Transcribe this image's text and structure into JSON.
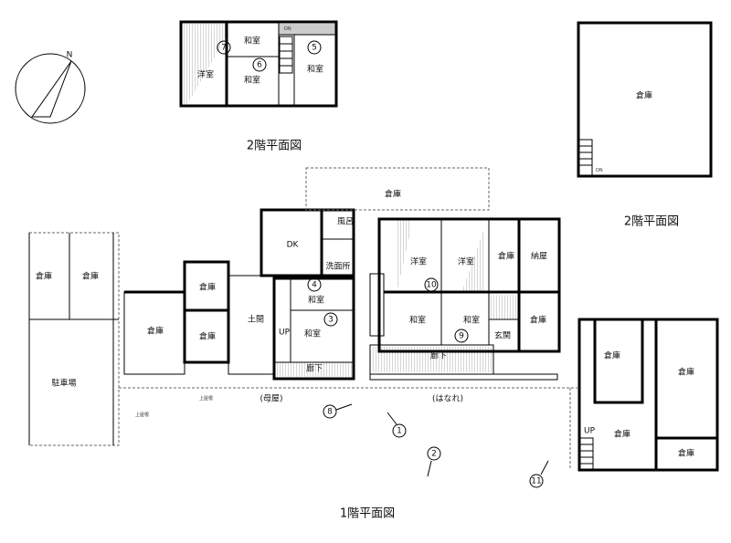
{
  "compass": {
    "north": "N"
  },
  "upper_floor_house": {
    "title": "2階平面図",
    "rooms": {
      "western": "洋室",
      "japanese_top": "和室",
      "japanese_6": "和室",
      "japanese_5": "和室",
      "down": "DN"
    },
    "markers": [
      "7",
      "6",
      "5"
    ]
  },
  "upper_floor_warehouse": {
    "title": "2階平面図",
    "room": "倉庫",
    "down": "DN"
  },
  "ground_floor": {
    "title": "1階平面図",
    "main_house": "(母屋)",
    "annex": "(はなれ)",
    "roof_label_1": "上屋根",
    "roof_label_2": "上屋根",
    "parking": {
      "storage_1": "倉庫",
      "storage_2": "倉庫",
      "parking": "駐車場"
    },
    "left": {
      "storage_large": "倉庫",
      "storage_top": "倉庫",
      "storage_bottom": "倉庫",
      "earth_floor": "土間"
    },
    "house": {
      "dk": "DK",
      "bath": "風呂",
      "washroom": "洗面所",
      "japanese_4": "和室",
      "japanese_3": "和室",
      "corridor": "廊下",
      "up": "UP"
    },
    "annex_rooms": {
      "storage_top": "倉庫",
      "western_left": "洋室",
      "western_right": "洋室",
      "storage_mid": "倉庫",
      "barn": "納屋",
      "japanese_left": "和室",
      "japanese_right": "和室",
      "entrance": "玄関",
      "storage_right": "倉庫",
      "corridor": "廊下"
    },
    "warehouse": {
      "storage_a": "倉庫",
      "storage_b": "倉庫",
      "storage_c": "倉庫",
      "storage_d": "倉庫",
      "up": "UP"
    },
    "markers": [
      "1",
      "2",
      "3",
      "4",
      "8",
      "9",
      "10",
      "11"
    ]
  }
}
